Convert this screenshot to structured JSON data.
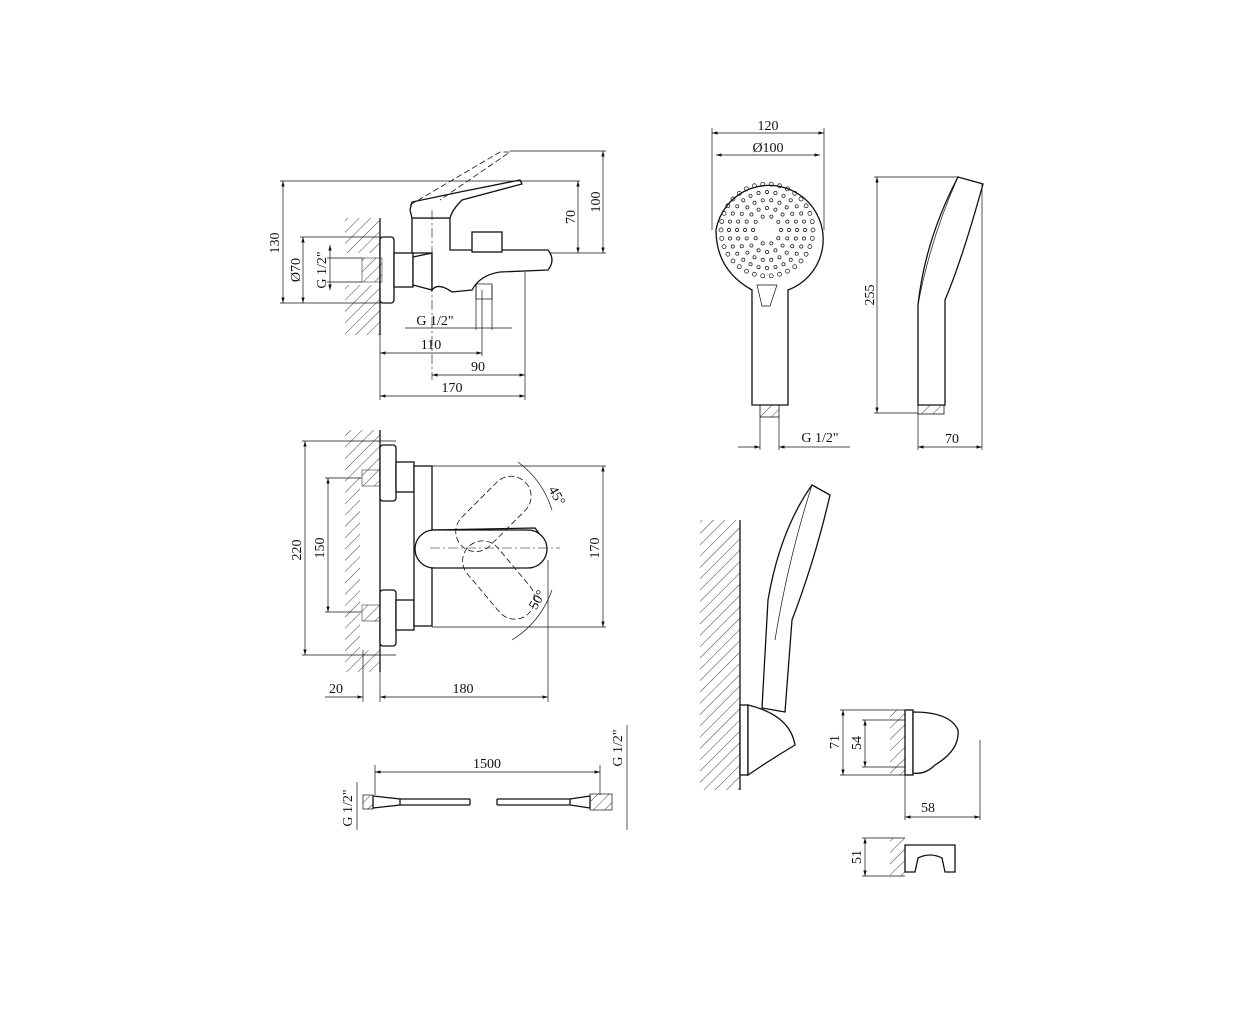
{
  "side_view": {
    "height_130": "130",
    "dia_70": "Ø70",
    "inlet_thread": "G 1/2\"",
    "height_70": "70",
    "height_100": "100",
    "outlet_thread": "G 1/2\"",
    "len_110": "110",
    "len_90": "90",
    "len_170": "170"
  },
  "hand_shower": {
    "width_120": "120",
    "dia_100": "Ø100",
    "thread": "G 1/2\"",
    "length_255": "255",
    "depth_70": "70"
  },
  "top_view": {
    "h_220": "220",
    "h_150": "150",
    "h_170": "170",
    "angle_45": "45°",
    "angle_50": "50°",
    "len_20": "20",
    "len_180": "180"
  },
  "hose": {
    "length": "1500",
    "thread_left": "G 1/2\"",
    "thread_right": "G 1/2\""
  },
  "holder": {
    "h_71": "71",
    "h_54": "54",
    "w_58": "58",
    "h_51": "51"
  }
}
